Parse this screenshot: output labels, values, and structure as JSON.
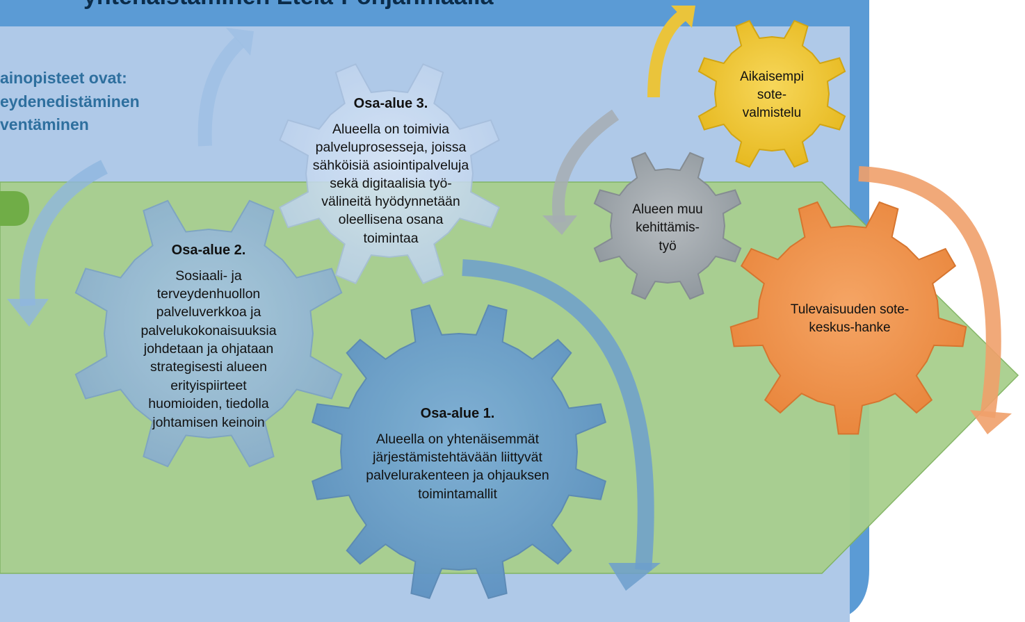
{
  "header": {
    "title_fragment": "yhtenäistäminen Etelä-Pohjanmaalla"
  },
  "left_panel": {
    "lines": [
      "ainopisteet ovat:",
      "eydenedistäminen",
      "ventäminen"
    ]
  },
  "gears": {
    "osa1": {
      "title": "Osa-alue 1.",
      "lines": [
        "Alueella on yhtenäisemmät",
        "järjestämistehtävään liittyvät",
        "palvelurakenteen ja ohjauksen",
        "toimintamallit"
      ]
    },
    "osa2": {
      "title": "Osa-alue 2.",
      "lines": [
        "Sosiaali- ja",
        "terveydenhuollon",
        "palveluverkkoa ja",
        "palvelukokonaisuuksia",
        "johdetaan ja ohjataan",
        "strategisesti alueen",
        "erityispiirteet",
        "huomioiden, tiedolla",
        "johtamisen keinoin"
      ]
    },
    "osa3": {
      "title": "Osa-alue 3.",
      "lines": [
        "Alueella on toimivia",
        "palveluprosesseja, joissa",
        "sähköisiä asiointipalveluja",
        "sekä digitaalisia työ-",
        "välineitä hyödynnetään",
        "oleellisena osana",
        "toimintaa"
      ]
    },
    "yellow": {
      "lines": [
        "Aikaisempi",
        "sote-",
        "valmistelu"
      ]
    },
    "gray": {
      "lines": [
        "Alueen muu",
        "kehittämis-",
        "työ"
      ]
    },
    "orange": {
      "lines": [
        "Tulevaisuuden sote-",
        "keskus-hanke"
      ]
    }
  },
  "colors": {
    "blue_frame": "#5b9bd5",
    "blue_inner": "#a9c6e8",
    "green_band": "#a9d08e",
    "osa1_fill": "#6a9ec8",
    "osa2_fill": "#8fb3d6",
    "osa3_fill": "#c5d8f0",
    "yellow_fill": "#f2c936",
    "gray_fill": "#a3aab0",
    "orange_fill": "#f0964f"
  }
}
